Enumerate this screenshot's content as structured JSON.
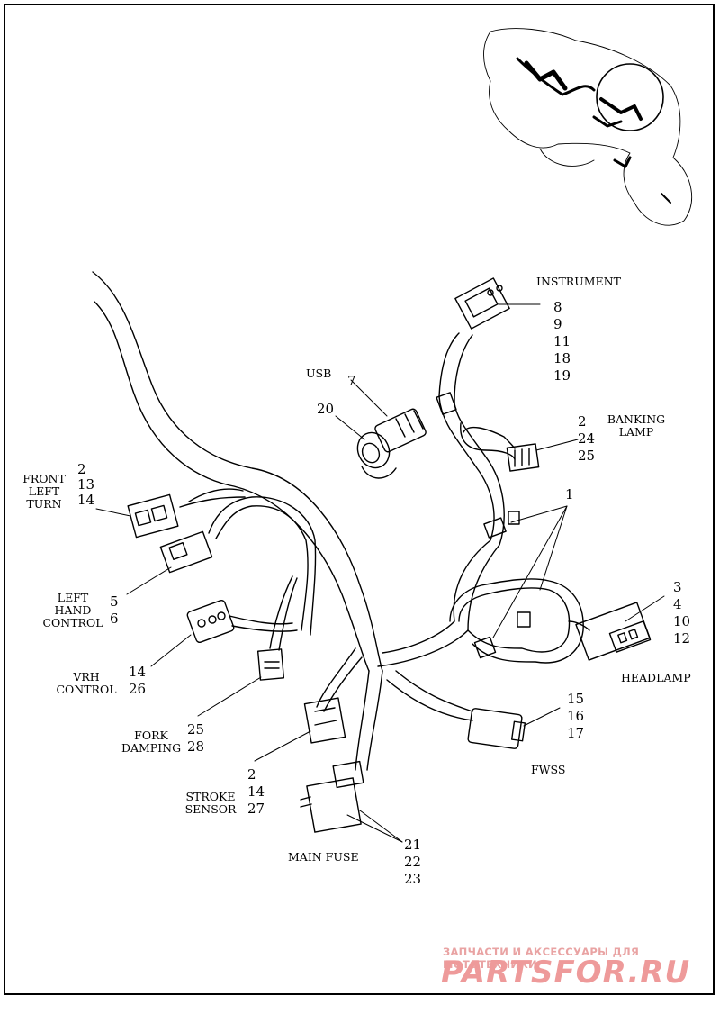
{
  "labels": {
    "instrument": "INSTRUMENT",
    "usb": "USB",
    "banking_lamp": [
      "BANKING",
      "LAMP"
    ],
    "front_left_turn": [
      "FRONT",
      "LEFT",
      "TURN"
    ],
    "left_hand_control": [
      "LEFT",
      "HAND",
      "CONTROL"
    ],
    "vrh_control": [
      "VRH",
      "CONTROL"
    ],
    "fork_damping": [
      "FORK",
      "DAMPING"
    ],
    "stroke_sensor": [
      "STROKE",
      "SENSOR"
    ],
    "main_fuse": "MAIN FUSE",
    "headlamp": "HEADLAMP",
    "fwss": "FWSS"
  },
  "callouts": {
    "instrument": [
      "8",
      "9",
      "11",
      "18",
      "19"
    ],
    "usb_7": "7",
    "usb_20": "20",
    "banking_lamp": [
      "2",
      "24",
      "25"
    ],
    "front_left_turn": [
      "2",
      "13",
      "14"
    ],
    "item_1": "1",
    "left_hand_control": [
      "5",
      "6"
    ],
    "vrh_control": [
      "14",
      "26"
    ],
    "fork_damping": [
      "25",
      "28"
    ],
    "stroke_sensor": [
      "2",
      "14",
      "27"
    ],
    "main_fuse": [
      "21",
      "22",
      "23"
    ],
    "headlamp": [
      "3",
      "4",
      "10",
      "12"
    ],
    "fwss": [
      "15",
      "16",
      "17"
    ]
  },
  "watermark": {
    "line1": "ЗАПЧАСТИ И АКСЕССУАРЫ ДЛЯ МОТОТЕХНИКИ",
    "line2": "PARTSFOR.RU"
  }
}
